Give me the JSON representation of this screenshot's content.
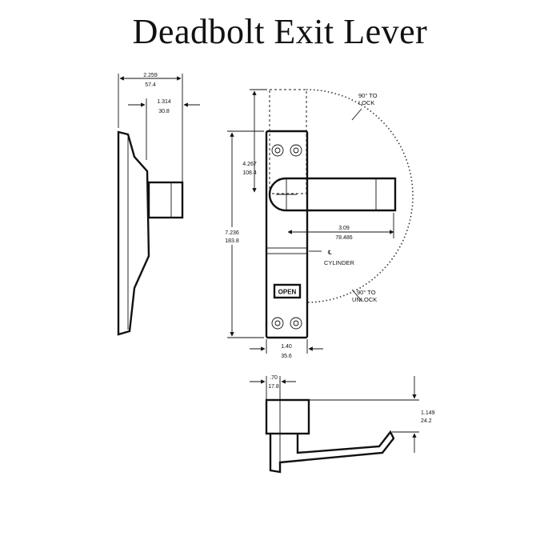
{
  "title": "Deadbolt Exit Lever",
  "side_view": {
    "dim_overall_in": "2.259",
    "dim_overall_mm": "57.4",
    "dim_cylinder_in": "1.314",
    "dim_cylinder_mm": "30.8"
  },
  "front_view": {
    "dim_upper_in": "4.267",
    "dim_upper_mm": "108.4",
    "dim_height_in": "7.236",
    "dim_height_mm": "183.8",
    "dim_lever_in": "3.09",
    "dim_lever_mm": "78.486",
    "dim_width_in": "1.40",
    "dim_width_mm": "35.6",
    "lock_label_1": "90° TO",
    "lock_label_2": "LOCK",
    "cylinder_symbol": "℄",
    "cylinder_label": "CYLINDER",
    "unlock_label_1": "90° TO",
    "unlock_label_2": "UNLOCK",
    "indicator_text": "OPEN"
  },
  "top_view": {
    "dim_depth_in": ".70",
    "dim_depth_mm": "17.8",
    "dim_height_in": "1.149",
    "dim_height_mm": "24.2"
  }
}
